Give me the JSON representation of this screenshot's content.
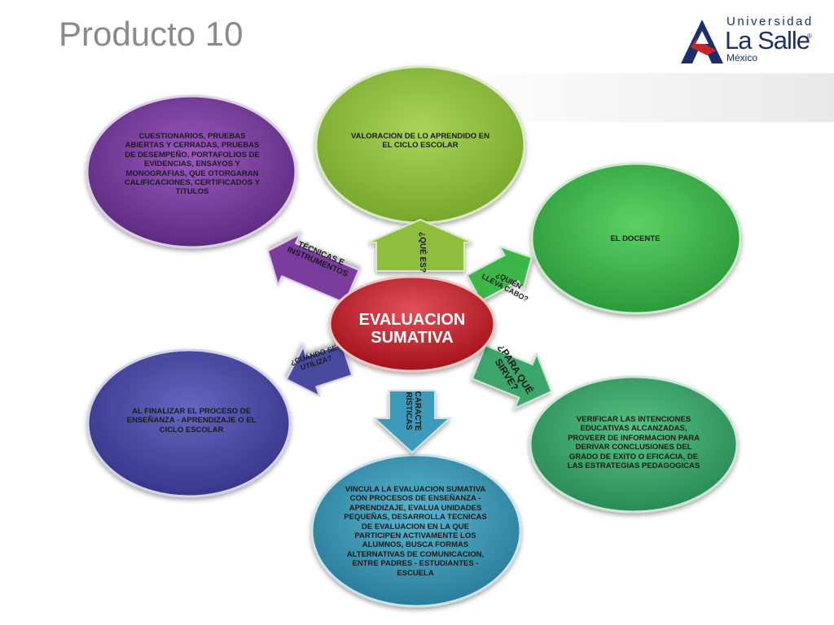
{
  "slide": {
    "title": "Producto 10"
  },
  "logo": {
    "line1": "Universidad",
    "line2": "La Salle",
    "line3": "México",
    "reg": "®"
  },
  "center": {
    "label": "EVALUACION SUMATIVA",
    "color": "#c8242b"
  },
  "arrows": {
    "que_es": "¿QUÉ ES?",
    "quien": "¿QUIÉN LLEVA CABO?",
    "para_que": "¿PARA QUÉ SIRVE?",
    "caracteristicas": "CARACTE RÍSTICAS",
    "cuando": "¿CUÁNDO SE UTILIZA?",
    "tecnicas": "TÉCNICAS E INSTRUMENTOS"
  },
  "bubbles": {
    "que_es": "VALORACION DE LO APRENDIDO EN EL CICLO ESCOLAR",
    "quien": "EL DOCENTE",
    "para_que": "VERIFICAR LAS INTENCIONES EDUCATIVAS ALCANZADAS, PROVEER DE INFORMACION PARA DERIVAR CONCLUSIONES DEL GRADO DE EXITO O EFICACIA, DE LAS ESTRATEGIAS PEDAGOGICAS",
    "caracteristicas": "VINCULA LA EVALUACION SUMATIVA CON PROCESOS DE ENSEÑANZA - APRENDIZAJE, EVALUA UNIDADES PEQUEÑAS, DESARROLLA TECNICAS DE EVALUACION EN LA QUE PARTICIPEN ACTIVAMENTE LOS ALUMNOS, BUSCA FORMAS ALTERNATIVAS DE COMUNICACION, ENTRE PADRES - ESTUDIANTES - ESCUELA",
    "cuando": "AL FINALIZAR EL PROCESO DE ENSEÑANZA - APRENDIZAJE O EL CICLO ESCOLAR",
    "tecnicas": "CUESTIONARIOS, PRUEBAS ABIERTAS Y CERRADAS, PRUEBAS DE DESEMPEÑO, PORTAFOLIOS DE EVIDENCIAS, ENSAYOS Y MONOGRAFIAS, QUE OTORGARAN CALIFICACIONES, CERTIFICADOS Y TITULOS"
  },
  "colors": {
    "olive_green": "#8fbe3c",
    "bright_green": "#3db54a",
    "teal_green": "#3aa56a",
    "teal_blue": "#3c9ab8",
    "indigo": "#4a4aa0",
    "purple": "#7a3e9e",
    "title_gray": "#8a8a8a",
    "logo_navy": "#1d2f6a",
    "logo_red": "#c8242b"
  }
}
